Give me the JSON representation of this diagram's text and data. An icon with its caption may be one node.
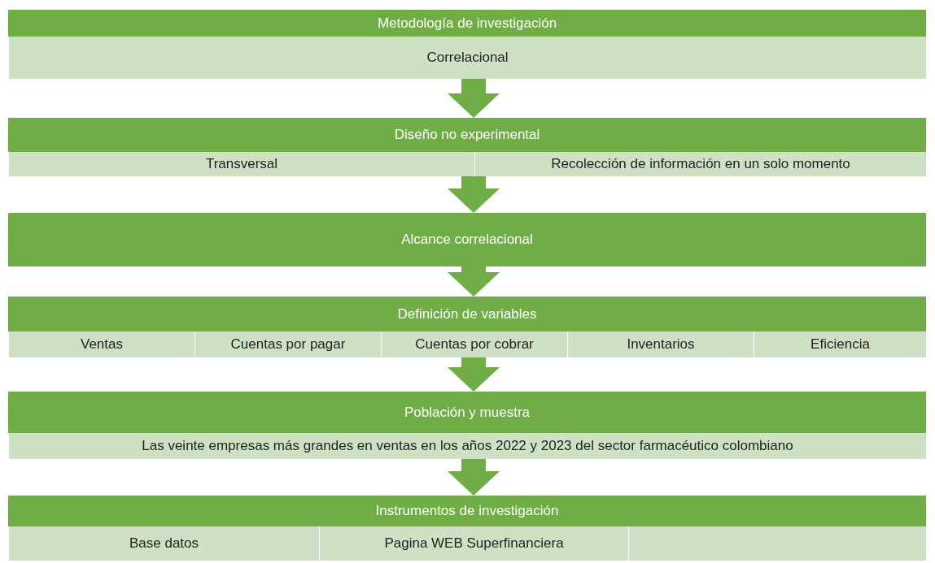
{
  "diagram": {
    "nodes": [
      {
        "text": [
          "Metodología de investigación"
        ]
      },
      {
        "text": [
          "Correlacional"
        ],
        "in": 0
      },
      {
        "text": [
          "Diseño no experimental"
        ]
      },
      {
        "text": [
          "Transversal"
        ],
        "in": 2
      },
      {
        "text": [
          "Recolección de información en un solo momento"
        ],
        "in": 2
      },
      {
        "text": [
          "Alcance correlacional"
        ]
      },
      {
        "text": [
          "Definición de variables"
        ]
      },
      {
        "text": [
          "Ventas"
        ],
        "in": 6
      },
      {
        "text": [
          "Cuentas por pagar"
        ],
        "in": 6
      },
      {
        "text": [
          "Cuentas por cobrar"
        ],
        "in": 6
      },
      {
        "text": [
          "Inventarios"
        ],
        "in": 6
      },
      {
        "text": [
          "Eficiencia"
        ],
        "in": 6
      },
      {
        "text": [
          "Población y muestra"
        ]
      },
      {
        "text": [
          "Las veinte empresas más grandes en ventas en los años 2022 y 2023 del sector farmacéutico colombiano"
        ],
        "in": 12
      },
      {
        "text": [
          "Instrumentos de investigación"
        ]
      },
      {
        "text": [
          "Base datos"
        ],
        "in": 14
      },
      {
        "text": [
          "Pagina WEB Superfinanciera"
        ],
        "in": 14
      },
      {
        "text": [],
        "shape": "box",
        "in": 14
      }
    ],
    "edges": [
      {
        "from": 0,
        "to": 2,
        "arrow": "to"
      },
      {
        "from": 2,
        "to": 5,
        "arrow": "to"
      },
      {
        "from": 5,
        "to": 6,
        "arrow": "to"
      },
      {
        "from": 6,
        "to": 12,
        "arrow": "to"
      },
      {
        "from": 12,
        "to": 14,
        "arrow": "to"
      }
    ]
  }
}
